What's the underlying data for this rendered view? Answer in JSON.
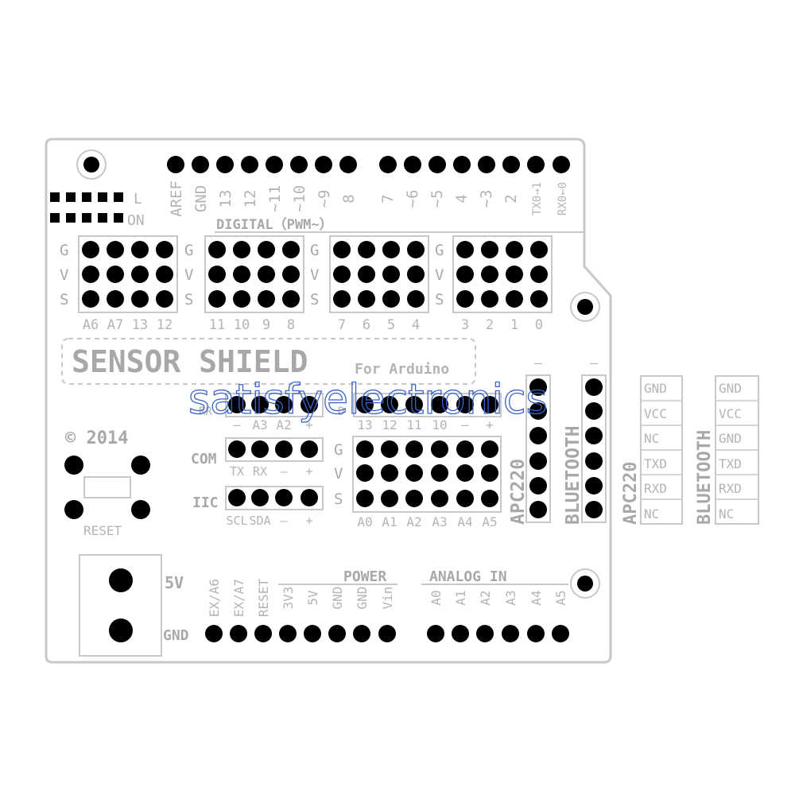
{
  "board": {
    "title": "SENSOR SHIELD",
    "subtitle": "For Arduino",
    "copyright": "© 2014",
    "reset_label": "RESET",
    "digital_label": "DIGITAL（PWM~）",
    "top_left_fragments": [
      "L",
      "ON"
    ],
    "top_header_left": [
      "AREF",
      "GND",
      "13",
      "12",
      "~11",
      "~10",
      "~9",
      "8"
    ],
    "top_header_right": [
      "7",
      "~6",
      "~5",
      "4",
      "~3",
      "2",
      "TX0→1",
      "RX0←0"
    ],
    "gvs_letters": [
      "G",
      "V",
      "S"
    ],
    "gvs_group_labels": [
      [
        "A6",
        "A7",
        "13",
        "12"
      ],
      [
        "11",
        "10",
        "9",
        "8"
      ],
      [
        "7",
        "6",
        "5",
        "4"
      ],
      [
        "3",
        "2",
        "1",
        "0"
      ]
    ],
    "mid_left_labels": [
      "–",
      "A3",
      "A2",
      "+"
    ],
    "mid_left_fragment": "RR",
    "mid_right_labels": [
      "13",
      "12",
      "11",
      "10",
      "–",
      "+"
    ],
    "mid_right_fragment": "D",
    "com_label": "COM",
    "com_pins": [
      "TX",
      "RX",
      "–",
      "+"
    ],
    "iic_label": "IIC",
    "iic_pins": [
      "SCL",
      "SDA",
      "–",
      "+"
    ],
    "analog_gvs_labels": [
      "A0",
      "A1",
      "A2",
      "A3",
      "A4",
      "A5"
    ],
    "apc_label": "APC220",
    "bt_label": "BLUETOOTH",
    "dash": "–",
    "five_v": "5V",
    "gnd": "GND",
    "power_label": "POWER",
    "analog_in_label": "ANALOG IN",
    "bottom_left_pins": [
      "EX/A6",
      "EX/A7",
      "RESET",
      "3V3",
      "5V",
      "GND",
      "GND",
      "Vin"
    ],
    "bottom_right_pins": [
      "A0",
      "A1",
      "A2",
      "A3",
      "A4",
      "A5"
    ]
  },
  "side": {
    "apc_title": "APC220",
    "apc_pins": [
      "GND",
      "VCC",
      "NC",
      "TXD",
      "RXD",
      "NC"
    ],
    "bt_title": "BLUETOOTH",
    "bt_pins": [
      "GND",
      "VCC",
      "GND",
      "TXD",
      "RXD",
      "NC"
    ]
  },
  "watermark": "satisfyelectronics",
  "colors": {
    "outline": "#c8c8c8",
    "label": "#b4b4b4",
    "pin": "#000000",
    "watermark": "#3b63c9"
  }
}
